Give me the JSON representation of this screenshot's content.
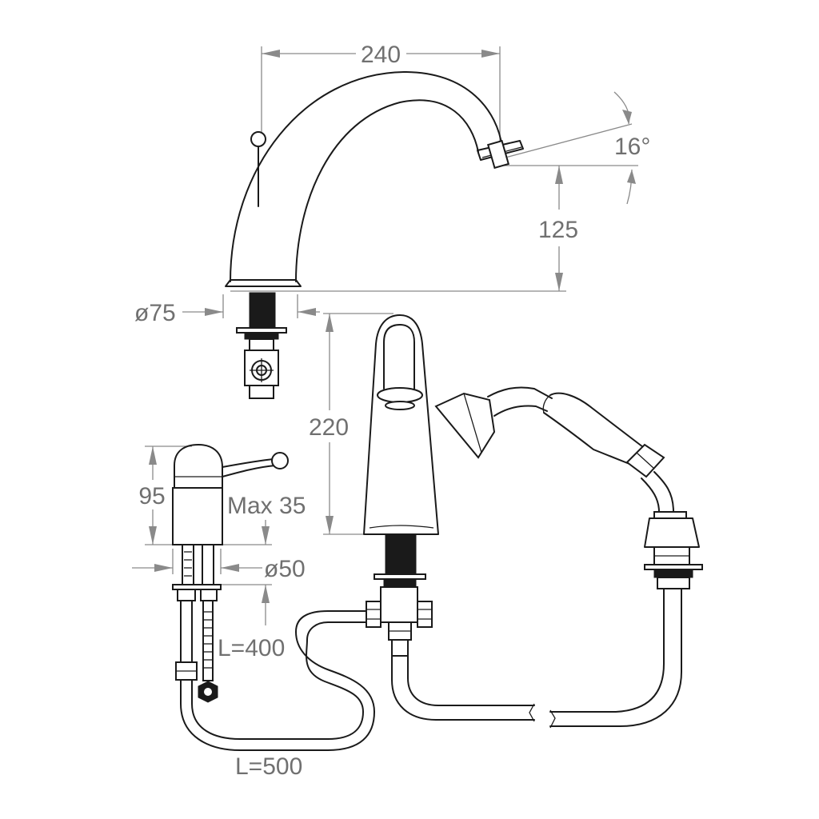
{
  "dimensions": {
    "spout_reach": "240",
    "spout_angle": "16°",
    "spout_height": "125",
    "spout_base_diameter": "ø75",
    "shower_spout_height": "220",
    "lever_body_height": "95",
    "max_deck_thickness": "Max 35",
    "lever_base_diameter": "ø50",
    "flexible_hose_length": "L=400",
    "connection_hose_length": "L=500"
  }
}
